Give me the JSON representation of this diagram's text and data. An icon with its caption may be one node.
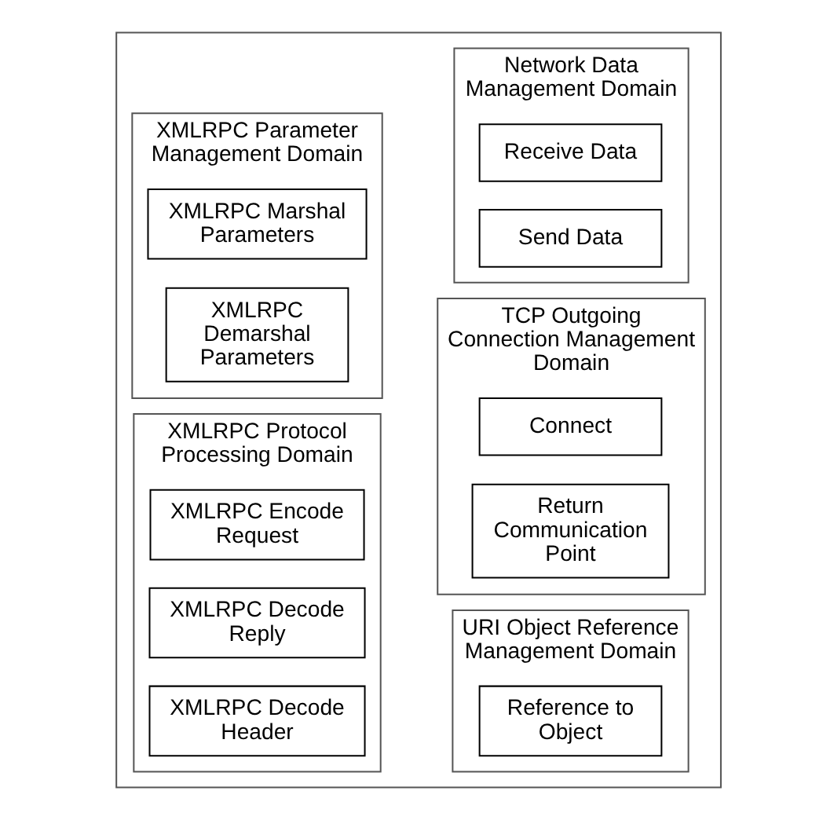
{
  "diagram": {
    "nodes": [
      {
        "text": [],
        "shape": "box"
      },
      {
        "text": [
          "XMLRPC Parameter Management Domain"
        ],
        "in": 0
      },
      {
        "text": [
          "XMLRPC Marshal Parameters"
        ],
        "in": 1
      },
      {
        "text": [
          "XMLRPC Demarshal Parameters"
        ],
        "in": 1
      },
      {
        "text": [
          "XMLRPC Protocol Processing Domain"
        ],
        "in": 0
      },
      {
        "text": [
          "XMLRPC Encode Request"
        ],
        "in": 4
      },
      {
        "text": [
          "XMLRPC Decode Reply"
        ],
        "in": 4
      },
      {
        "text": [
          "XMLRPC Decode Header"
        ],
        "in": 4
      },
      {
        "text": [
          "Network Data Management Domain"
        ],
        "in": 0
      },
      {
        "text": [
          "Receive Data"
        ],
        "in": 8
      },
      {
        "text": [
          "Send Data"
        ],
        "in": 8
      },
      {
        "text": [
          "TCP Outgoing Connection Management Domain"
        ],
        "in": 0
      },
      {
        "text": [
          "Connect"
        ],
        "in": 11
      },
      {
        "text": [
          "Return Communication Point"
        ],
        "in": 11
      },
      {
        "text": [
          "URI Object Reference Management Domain"
        ],
        "in": 0
      },
      {
        "text": [
          "Reference to Object"
        ],
        "in": 14
      }
    ]
  }
}
